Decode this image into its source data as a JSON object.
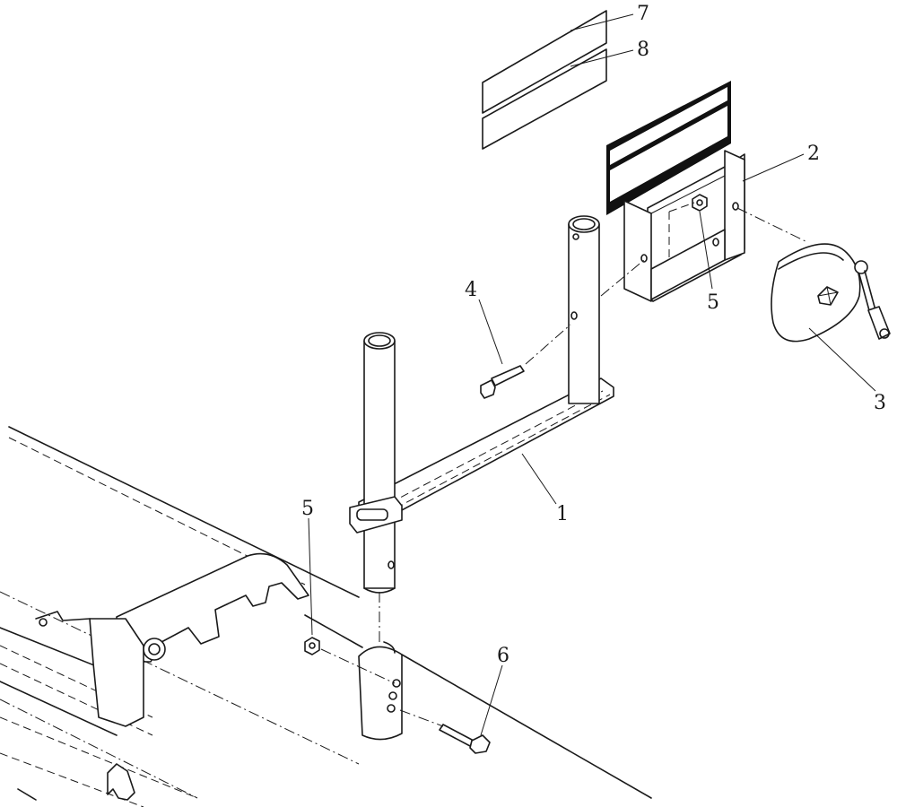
{
  "diagram": {
    "callouts": [
      {
        "id": "c7",
        "label": "7"
      },
      {
        "id": "c8",
        "label": "8"
      },
      {
        "id": "c2",
        "label": "2"
      },
      {
        "id": "c4",
        "label": "4"
      },
      {
        "id": "c5a",
        "label": "5"
      },
      {
        "id": "c3",
        "label": "3"
      },
      {
        "id": "c1",
        "label": "1"
      },
      {
        "id": "c5b",
        "label": "5"
      },
      {
        "id": "c6",
        "label": "6"
      }
    ]
  },
  "colors": {
    "line": "#1a1a1a",
    "background": "#ffffff",
    "label_dark": "#111111"
  }
}
